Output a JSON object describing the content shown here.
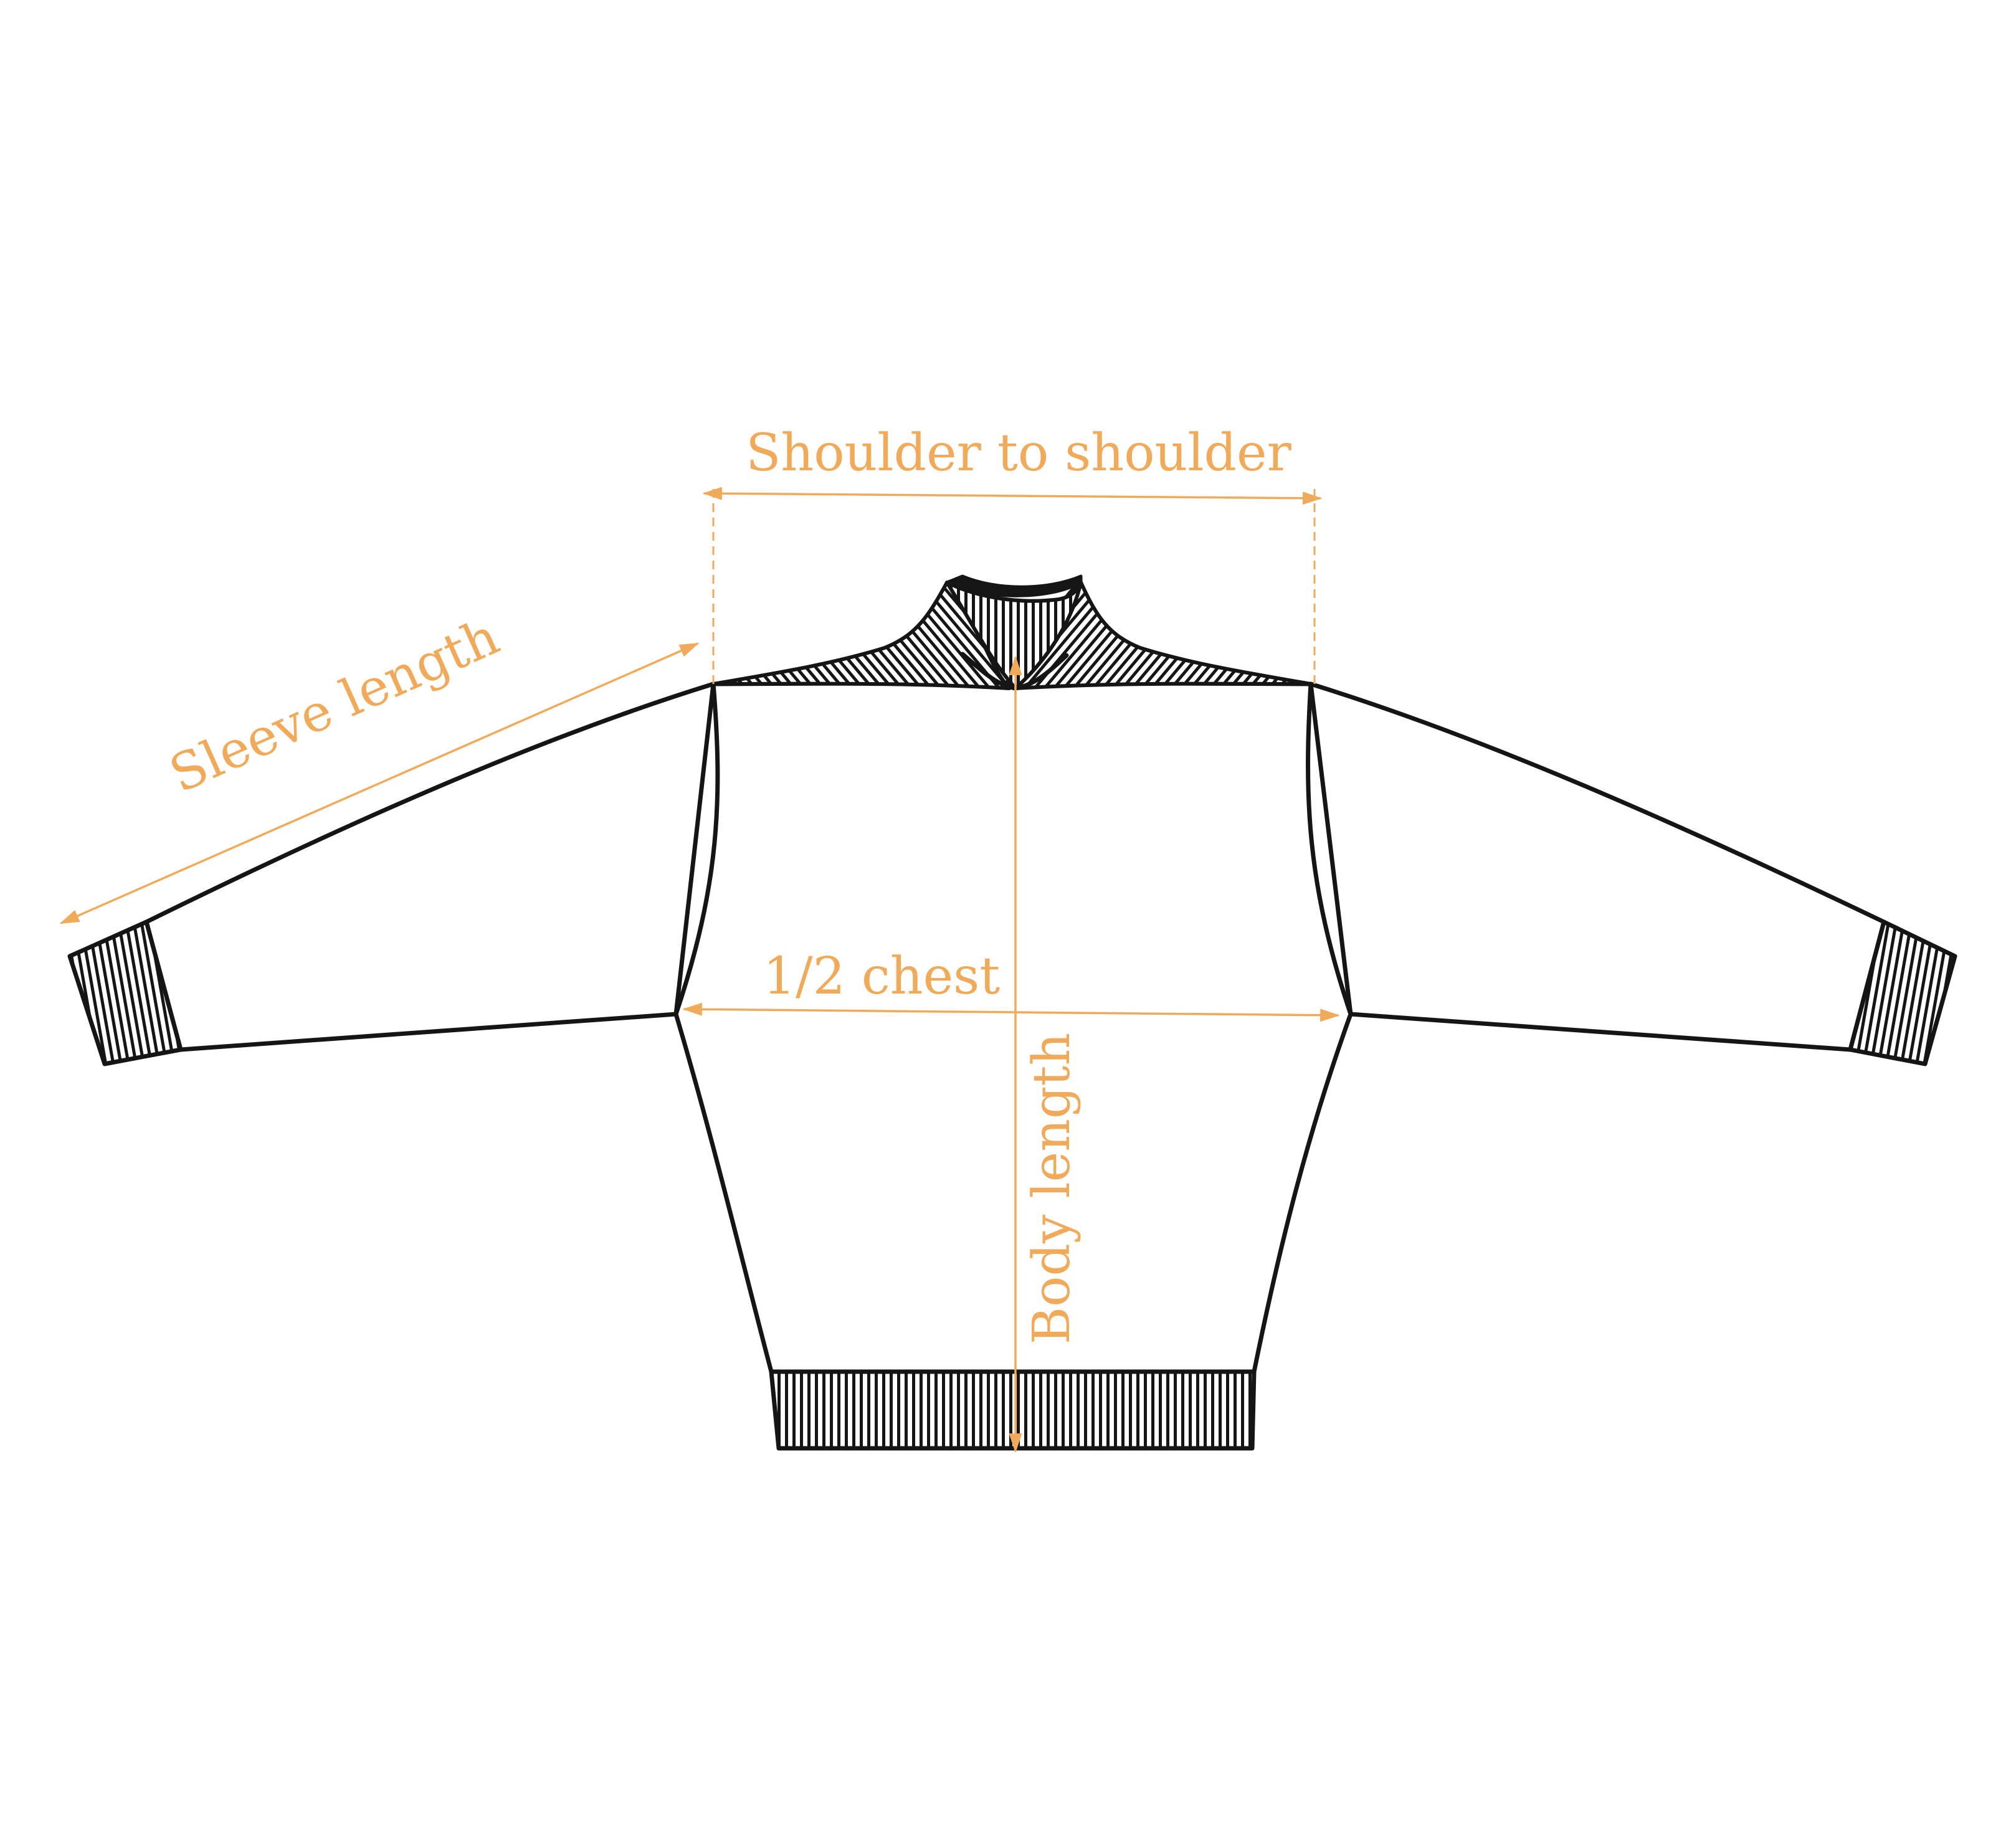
{
  "colors": {
    "accent": "#F0AA5A",
    "outline": "#151515",
    "background": "#FFFFFF"
  },
  "labels": {
    "shoulder": "Shoulder to shoulder",
    "sleeve": "Sleeve length",
    "chest": "1/2 chest",
    "body": "Body length"
  }
}
